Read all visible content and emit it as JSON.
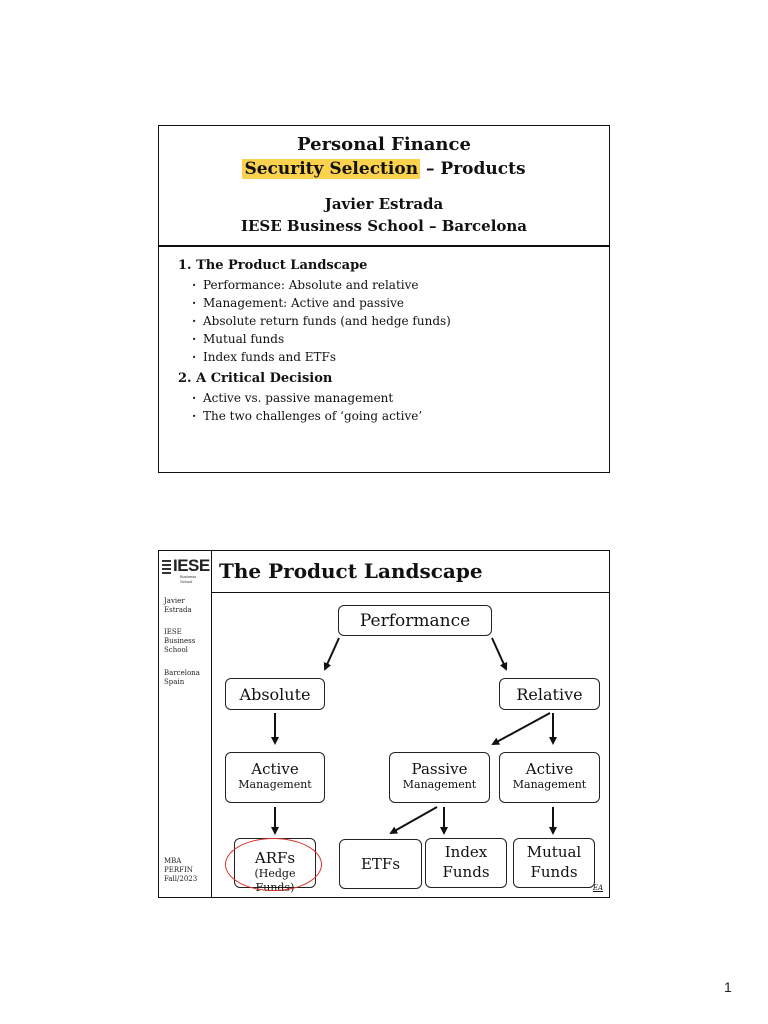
{
  "slide1": {
    "title": "Personal Finance",
    "subtitle_highlight": "Security Selection",
    "subtitle_rest": " – Products",
    "author": "Javier Estrada",
    "school": "IESE Business School – Barcelona",
    "sections": [
      {
        "title": "1. The Product Landscape",
        "items": [
          "Performance: Absolute and relative",
          "Management: Active and passive",
          "Absolute return funds (and hedge funds)",
          "Mutual funds",
          "Index funds and ETFs"
        ]
      },
      {
        "title": "2. A Critical Decision",
        "items": [
          "Active vs. passive management",
          "The two challenges of ‘going active’"
        ]
      }
    ],
    "highlight_color": "#fbd24e"
  },
  "slide2": {
    "title": "The Product Landscape",
    "logo": "IESE",
    "logo_small": "Business School",
    "sidebar": {
      "author": [
        "Javier",
        "Estrada"
      ],
      "school": [
        "IESE",
        "Business",
        "School"
      ],
      "location": [
        "Barcelona",
        "Spain"
      ],
      "course": [
        "MBA",
        "PERFIN",
        "Fall/2023"
      ]
    },
    "nodes": {
      "performance": "Performance",
      "absolute": "Absolute",
      "relative": "Relative",
      "active_left": {
        "big": "Active",
        "small": "Management"
      },
      "passive": {
        "big": "Passive",
        "small": "Management"
      },
      "active_right": {
        "big": "Active",
        "small": "Management"
      },
      "arfs": {
        "big": "ARFs",
        "small": "(Hedge Funds)"
      },
      "etfs": "ETFs",
      "index_funds": [
        "Index",
        "Funds"
      ],
      "mutual_funds": [
        "Mutual",
        "Funds"
      ]
    },
    "corner_mark": "EA",
    "ellipse_color": "#d9342b"
  },
  "page_number": "1"
}
